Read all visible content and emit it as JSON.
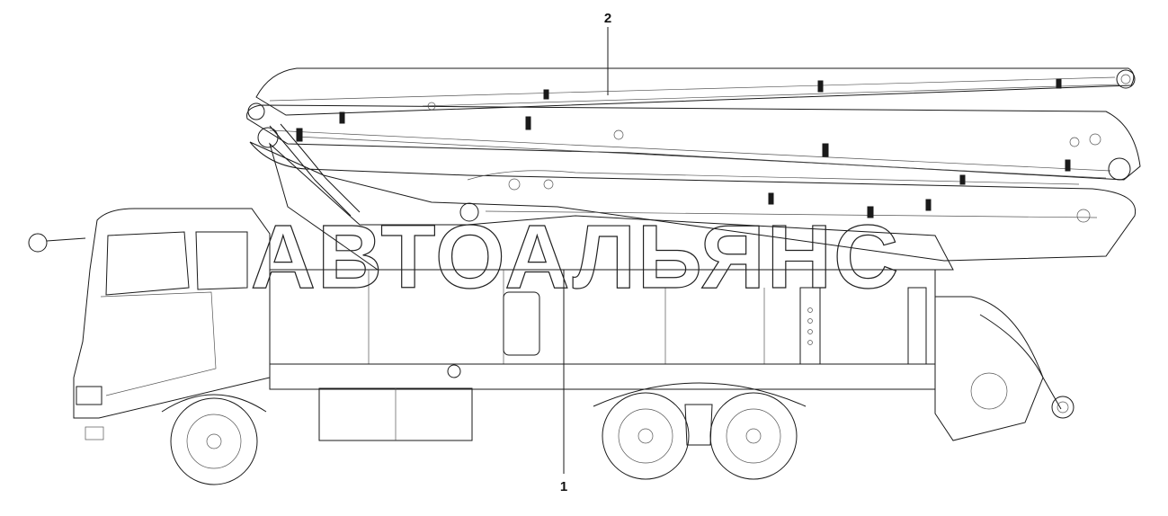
{
  "callouts": [
    {
      "id": "1",
      "label": "1"
    },
    {
      "id": "2",
      "label": "2"
    }
  ],
  "watermark": {
    "text": "АВТОАЛЬЯНС"
  }
}
